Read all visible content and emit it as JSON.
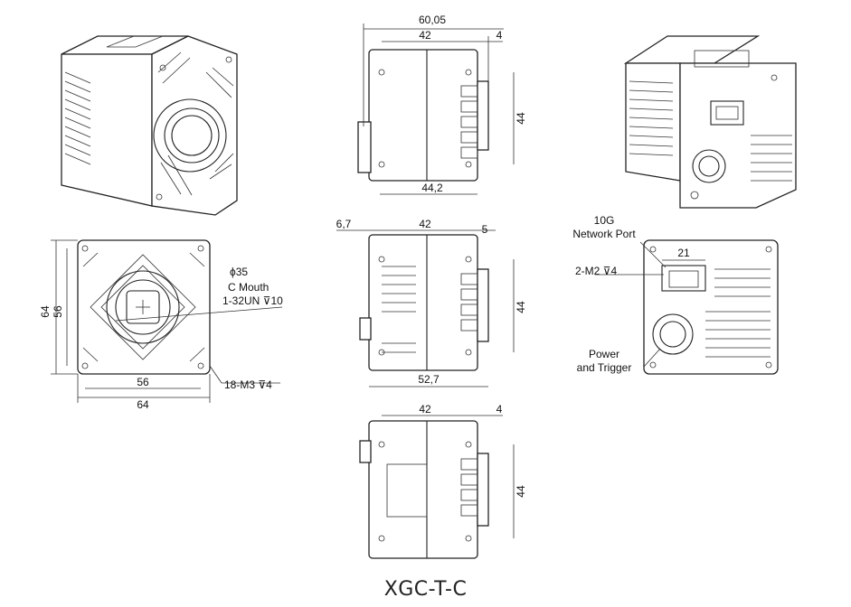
{
  "title": "XGC-T-C",
  "dimensions": {
    "top_overall": "60,05",
    "top_body": "42",
    "top_lens": "4",
    "top_height": "44",
    "top_base": "44,2",
    "mid_left": "6,7",
    "mid_body": "42",
    "mid_lens": "5",
    "mid_height": "44",
    "mid_base": "52,7",
    "bot_body": "42",
    "bot_lens": "4",
    "bot_height": "44",
    "front_height_outer": "64",
    "front_height_inner": "56",
    "front_width_inner": "56",
    "front_width_outer": "64",
    "rear_port_width": "21"
  },
  "labels": {
    "diameter": "ϕ35",
    "c_mouth": "C Mouth",
    "thread": "1-32UN ⊽10",
    "mount_holes": "18-M3 ⊽4",
    "network_port": "10G\nNetwork Port",
    "network_port_line1": "10G",
    "network_port_line2": "Network Port",
    "port_screws": "2-M2 ⊽4",
    "power_line1": "Power",
    "power_line2": "and Trigger"
  }
}
